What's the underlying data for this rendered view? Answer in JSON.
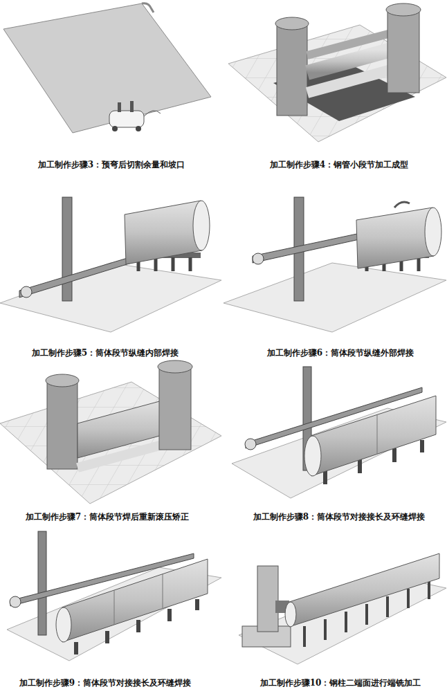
{
  "diagram": {
    "labels": [
      "加工制作步骤3：预弯后切割余量和坡口",
      "加工制作步骤4：钢管小段节加工成型",
      "加工制作步骤5：筒体段节纵缝内部焊接",
      "加工制作步骤6：筒体段节纵缝外部焊接",
      "加工制作步骤7：筒体段节焊后重新滚压矫正",
      "加工制作步骤8：筒体段节对接接长及环缝焊接",
      "加工制作步骤9：筒体段节对接接长及环缝焊接",
      "加工制作步骤10：钢柱二端面进行端铣加工"
    ]
  }
}
